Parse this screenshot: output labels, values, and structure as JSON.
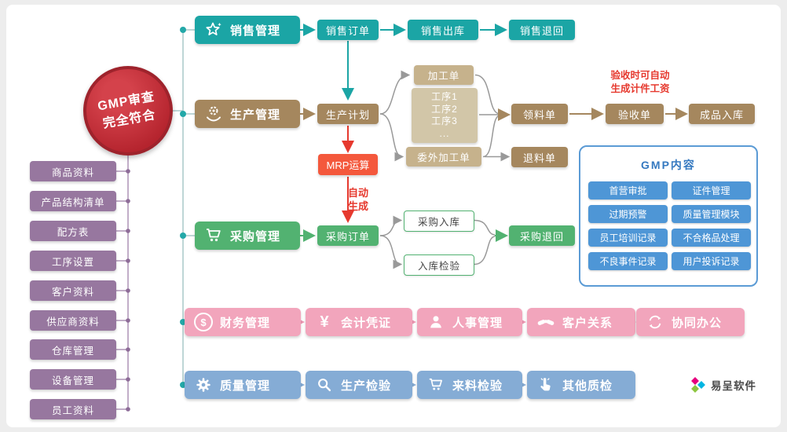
{
  "palette": {
    "teal": "#1BA5A5",
    "brown": "#A5875E",
    "tan": "#C6B28C",
    "tan_light": "#D2C6A8",
    "green": "#52B271",
    "pink": "#F2A5BC",
    "blue": "#85ACD5",
    "purple": "#97779F",
    "red": "#E6392E",
    "mrp_orange": "#F4583C",
    "gmp_blue": "#4E96D6",
    "badge_red": "#B5242E"
  },
  "badge": {
    "line1": "GMP审查",
    "line2": "完全符合"
  },
  "left_panel": {
    "items": [
      "商品资料",
      "产品结构清单",
      "配方表",
      "工序设置",
      "客户资料",
      "供应商资料",
      "仓库管理",
      "设备管理",
      "员工资料"
    ]
  },
  "sales": {
    "module": "销售管理",
    "order": "销售订单",
    "outbound": "销售出库",
    "sales_return": "销售退回"
  },
  "production": {
    "module": "生产管理",
    "plan": "生产计划",
    "process_order": "加工单",
    "steps": [
      "工序1",
      "工序2",
      "工序3",
      "..."
    ],
    "outsource": "委外加工单",
    "material_requisition": "领料单",
    "material_return": "退料单",
    "acceptance": "验收单",
    "finished_inbound": "成品入库",
    "mrp": "MRP运算",
    "auto_note": [
      "自动",
      "生成"
    ],
    "acceptance_note": [
      "验收时可自动",
      "生成计件工资"
    ]
  },
  "purchase": {
    "module": "采购管理",
    "order": "采购订单",
    "inbound": "采购入库",
    "inspection": "入库检验",
    "purchase_return": "采购退回"
  },
  "gmp_panel": {
    "title": "GMP内容",
    "items": [
      "首营审批",
      "证件管理",
      "过期预警",
      "质量管理模块",
      "员工培训记录",
      "不合格品处理",
      "不良事件记录",
      "用户投诉记录"
    ]
  },
  "finance": {
    "module": "财务管理",
    "items": [
      "会计凭证",
      "人事管理",
      "客户关系",
      "协同办公"
    ]
  },
  "quality": {
    "module": "质量管理",
    "items": [
      "生产检验",
      "来料检验",
      "其他质检"
    ]
  },
  "icons": {
    "dollar": "$",
    "yen": "¥"
  },
  "logo": {
    "text": "易呈软件"
  }
}
